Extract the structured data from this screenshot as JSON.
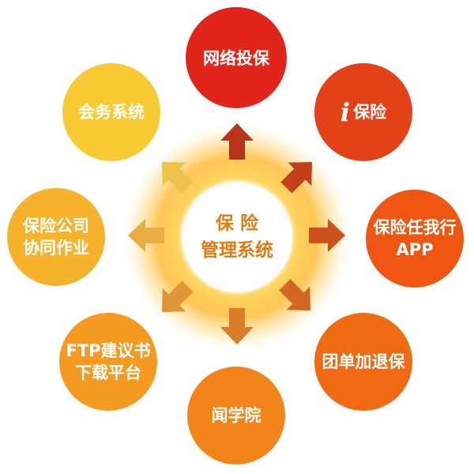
{
  "center": {
    "line1": "保 险",
    "line2": "管理系统"
  },
  "nodes": {
    "top": {
      "label": "网络投保",
      "color": "#e1251b"
    },
    "top_right": {
      "prefix": "i",
      "label": "保险",
      "color": "#e44118"
    },
    "right": {
      "line1": "保险任我行",
      "line2": "APP",
      "color": "#ee5611"
    },
    "bottom_right": {
      "label": "团单加退保",
      "color": "#ef6a12"
    },
    "bottom": {
      "label": "闻学院",
      "color": "#f3841a"
    },
    "bottom_left": {
      "line1": "FTP建议书",
      "line2": "下载平台",
      "color": "#f59a20"
    },
    "left": {
      "line1": "保险公司",
      "line2": "协同作业",
      "color": "#f6b22a"
    },
    "top_left": {
      "label": "会务系统",
      "color": "#f8ca31"
    }
  },
  "arrows": {
    "top": "#b8351c",
    "top_right": "#c4401d",
    "right": "#cf521e",
    "bottom_right": "#d56522",
    "bottom": "#db7c2a",
    "bottom_left": "#e09537",
    "left": "#e6ae42",
    "top_left": "#ecc34b"
  }
}
